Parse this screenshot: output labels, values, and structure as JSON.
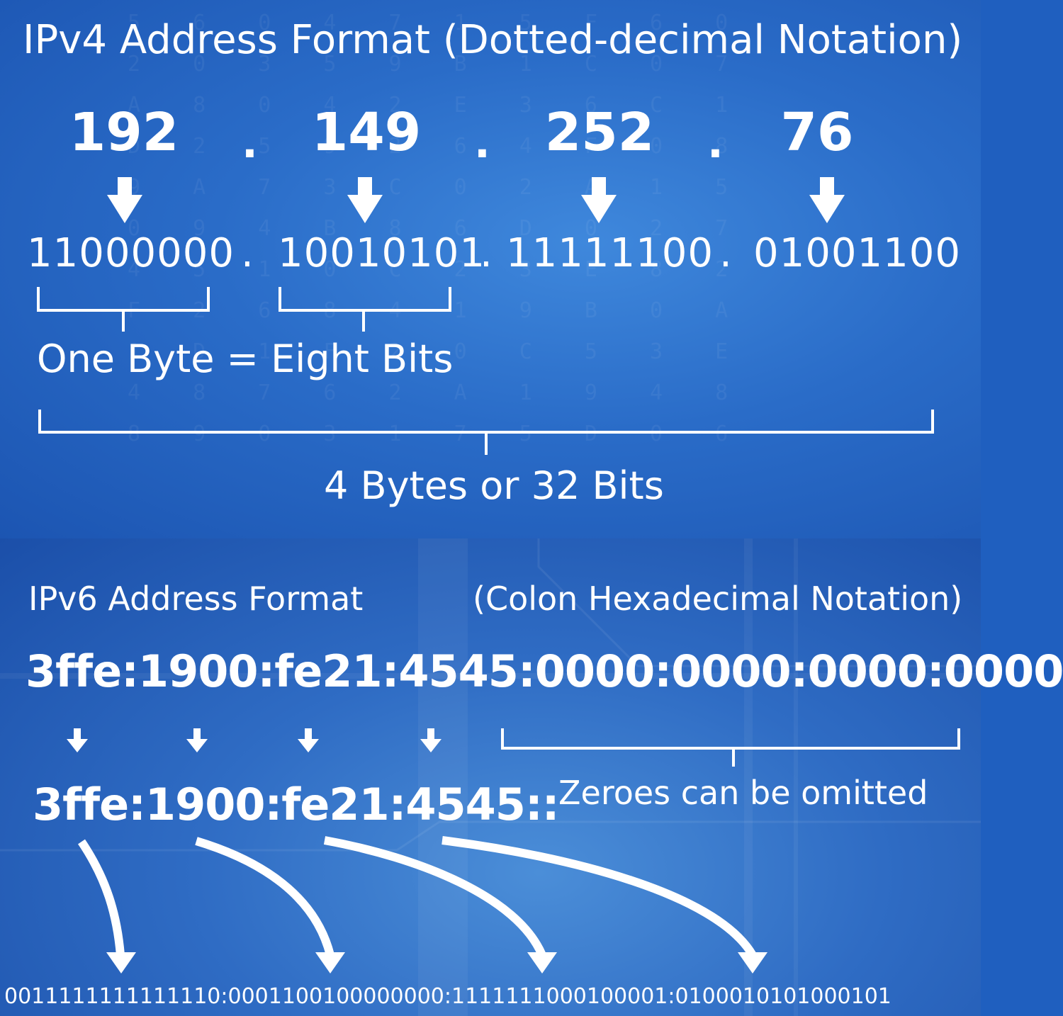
{
  "ipv4": {
    "title": "IPv4 Address Format (Dotted-decimal Notation)",
    "octets": [
      "192",
      "149",
      "252",
      "76"
    ],
    "separator": ".",
    "binary": [
      "11000000",
      "10010101",
      "11111100",
      "01001100"
    ],
    "byte_label": "One Byte = Eight Bits",
    "total_label": "4 Bytes or 32 Bits"
  },
  "ipv6": {
    "title": "IPv6 Address Format",
    "notation": "(Colon Hexadecimal Notation)",
    "full_address": "3ffe:1900:fe21:4545:0000:0000:0000:0000",
    "short_address": "3ffe:1900:fe21:4545::",
    "omit_label": "Zeroes can be omitted",
    "binary_address": "0011111111111110:0001100100000000:1111111000100001:0100010101000101"
  },
  "colors": {
    "background_top": "#2a6cc8",
    "background_bottom": "#2f6cc4",
    "foreground": "#ffffff"
  }
}
